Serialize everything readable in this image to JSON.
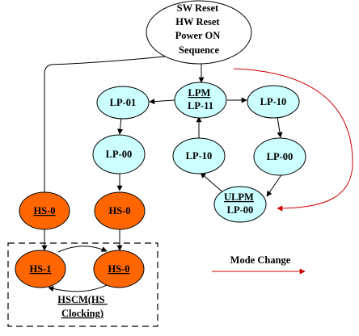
{
  "nodes": {
    "reset": {
      "lines": [
        "SW Reset",
        "HW Reset",
        "Power ON",
        "Sequence"
      ],
      "fill": "#ffffff"
    },
    "lpm": {
      "lines": [
        "LPM",
        "LP-11"
      ],
      "fill": "#ccffff"
    },
    "lp01": {
      "lines": [
        "LP-01"
      ],
      "fill": "#ccffff"
    },
    "lp10r": {
      "lines": [
        "LP-10"
      ],
      "fill": "#ccffff"
    },
    "lp00l": {
      "lines": [
        "LP-00"
      ],
      "fill": "#ccffff"
    },
    "lp10m": {
      "lines": [
        "LP-10"
      ],
      "fill": "#ccffff"
    },
    "lp00r": {
      "lines": [
        "LP-00"
      ],
      "fill": "#ccffff"
    },
    "ulpm": {
      "lines": [
        "ULPM",
        "LP-00"
      ],
      "fill": "#ccffff"
    },
    "hs0a": {
      "lines": [
        "HS-0"
      ],
      "fill": "#ff6600"
    },
    "hs0b": {
      "lines": [
        "HS-0"
      ],
      "fill": "#ff6600"
    },
    "hs1": {
      "lines": [
        "HS-1"
      ],
      "fill": "#ff6600"
    },
    "hs0c": {
      "lines": [
        "HS-0"
      ],
      "fill": "#ff6600"
    }
  },
  "hscm_caption": [
    "HSCM(HS",
    "Clocking)"
  ],
  "legend": {
    "label": "Mode Change",
    "color": "#cc0000"
  },
  "colors": {
    "stroke": "#000000",
    "mode_change": "#cc0000"
  }
}
